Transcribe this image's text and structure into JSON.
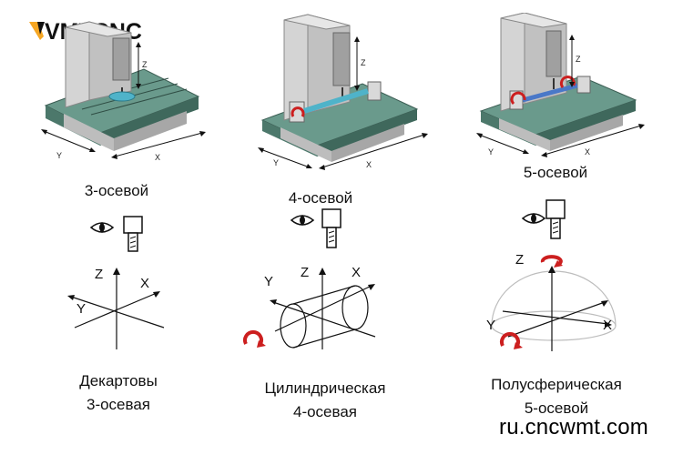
{
  "brand": {
    "logo_text": "VMTCNC"
  },
  "columns": [
    {
      "machine": {
        "z": "Z",
        "x": "X",
        "y": "Y"
      },
      "caption": "3-осевой",
      "axes": {
        "x": "X",
        "y": "Y",
        "z": "Z"
      },
      "label_line1": "Декартовы",
      "label_line2": "3-осевая"
    },
    {
      "machine": {
        "z": "Z",
        "x": "X",
        "y": "Y"
      },
      "caption": "4-осевой",
      "axes": {
        "x": "X",
        "y": "Y",
        "z": "Z"
      },
      "label_line1": "Цилиндрическая",
      "label_line2": "4-осевая"
    },
    {
      "machine": {
        "z": "Z",
        "x": "X",
        "y": "Y"
      },
      "caption": "5-осевой",
      "axes": {
        "x": "X",
        "y": "Y",
        "z": "Z"
      },
      "label_line1": "Полусферическая",
      "label_line2": "5-осевой"
    }
  ],
  "watermark": "ru.cncwmt.com",
  "colors": {
    "table": "#5e8a7c",
    "column": "#c6c6c6",
    "rotary": "#cc1f1f",
    "part": "#4fb3c9"
  }
}
